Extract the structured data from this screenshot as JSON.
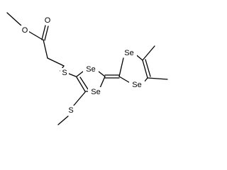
{
  "molecule": {
    "atoms": [
      {
        "id": "o_ether",
        "label": "O"
      },
      {
        "id": "o_carbonyl",
        "label": "O"
      },
      {
        "id": "s_thioether",
        "label": "S"
      },
      {
        "id": "s_methylthio",
        "label": "S"
      },
      {
        "id": "se_ring1_top",
        "label": "Se"
      },
      {
        "id": "se_ring1_bottom",
        "label": "Se"
      },
      {
        "id": "se_ring2_top",
        "label": "Se"
      },
      {
        "id": "se_ring2_bottom",
        "label": "Se"
      }
    ],
    "colors": {
      "bond": "#000000",
      "label": "#000000",
      "background": "#ffffff"
    }
  }
}
